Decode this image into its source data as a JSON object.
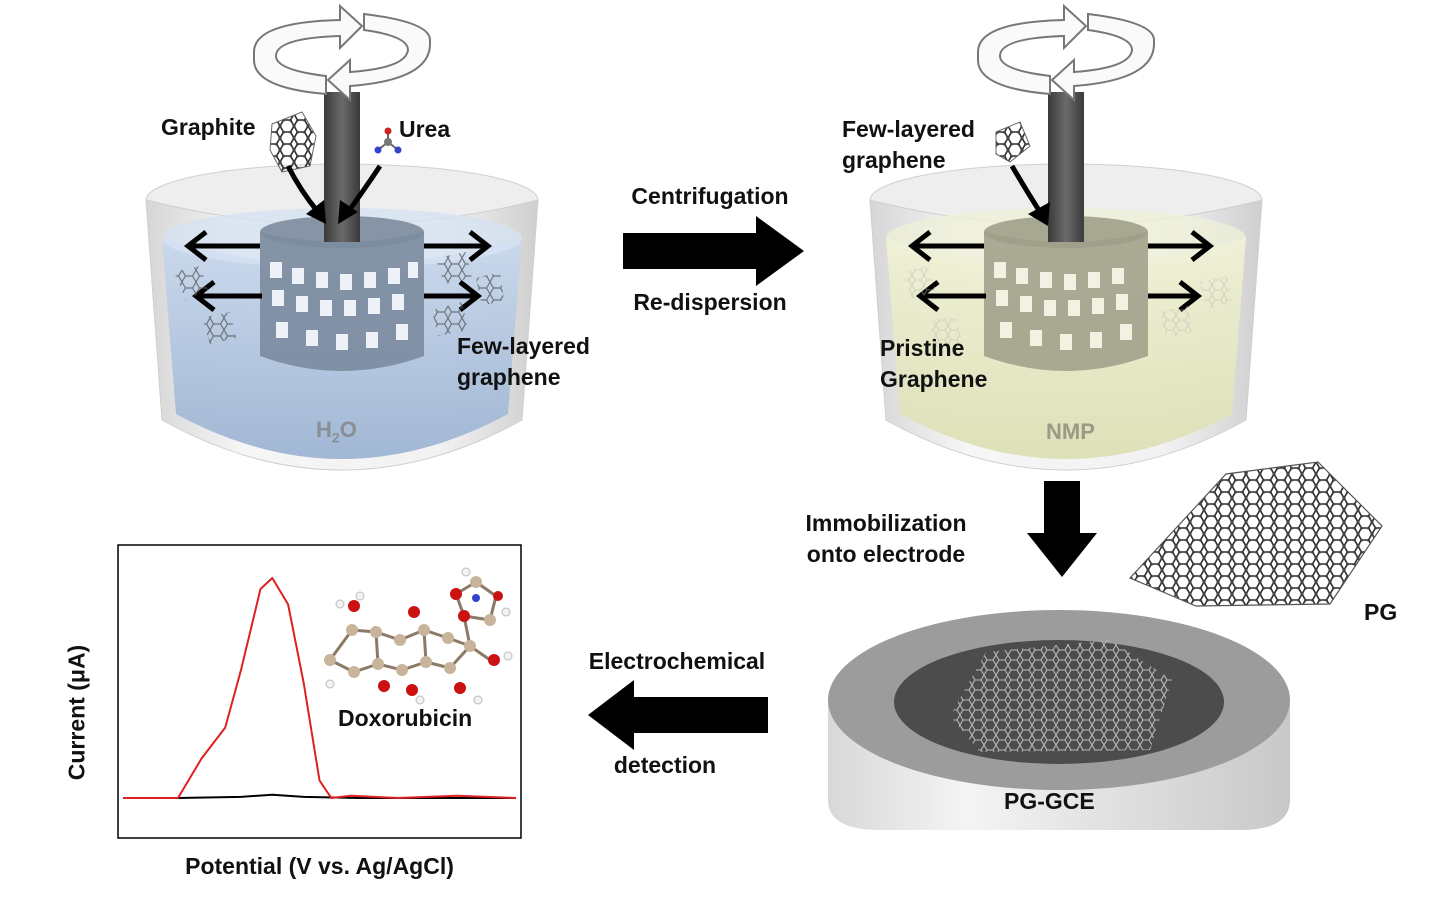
{
  "panels": {
    "water_exfoliation": {
      "graphite": "Graphite",
      "urea": "Urea",
      "product_line1": "Few-layered",
      "product_line2": "graphene",
      "solvent_main": "H",
      "solvent_sub": "2",
      "solvent_tail": "O"
    },
    "step1": {
      "above": "Centrifugation",
      "below": "Re-dispersion"
    },
    "nmp_dispersion": {
      "input_line1": "Few-layered",
      "input_line2": "graphene",
      "product_line1": "Pristine",
      "product_line2": "Graphene",
      "solvent": "NMP"
    },
    "step2": {
      "line1": "Immobilization",
      "line2": "onto electrode"
    },
    "sheet_label": "PG",
    "electrode_label": "PG-GCE",
    "step3": {
      "above": "Electrochemical",
      "below": "detection"
    },
    "plot": {
      "ylabel": "Current (μA)",
      "xlabel": "Potential (V vs. Ag/AgCl)",
      "molecule": "Doxorubicin"
    }
  },
  "colors": {
    "water": "#aec4de",
    "nmp": "#e6e8c4",
    "arrow": "#000000",
    "signal": "#e02020",
    "baseline": "#000000",
    "electrode_body": "#9c9c9c",
    "electrode_face": "#4c4c4c"
  },
  "chart_data": {
    "type": "line",
    "xlabel": "Potential (V vs. Ag/AgCl)",
    "ylabel": "Current (μA)",
    "series": [
      {
        "color": "#e02020",
        "x": [
          0,
          0.14,
          0.2,
          0.26,
          0.3,
          0.35,
          0.38,
          0.42,
          0.46,
          0.5,
          0.53,
          0.58,
          0.7,
          0.85,
          1.0
        ],
        "values": [
          0,
          0,
          0.18,
          0.32,
          0.58,
          0.95,
          1.0,
          0.88,
          0.52,
          0.08,
          0,
          0.01,
          0,
          0.01,
          0
        ]
      },
      {
        "color": "#000000",
        "x": [
          0,
          0.14,
          0.3,
          0.38,
          0.46,
          0.6,
          1.0
        ],
        "values": [
          0,
          0,
          0.005,
          0.015,
          0.005,
          0,
          0
        ]
      }
    ]
  }
}
